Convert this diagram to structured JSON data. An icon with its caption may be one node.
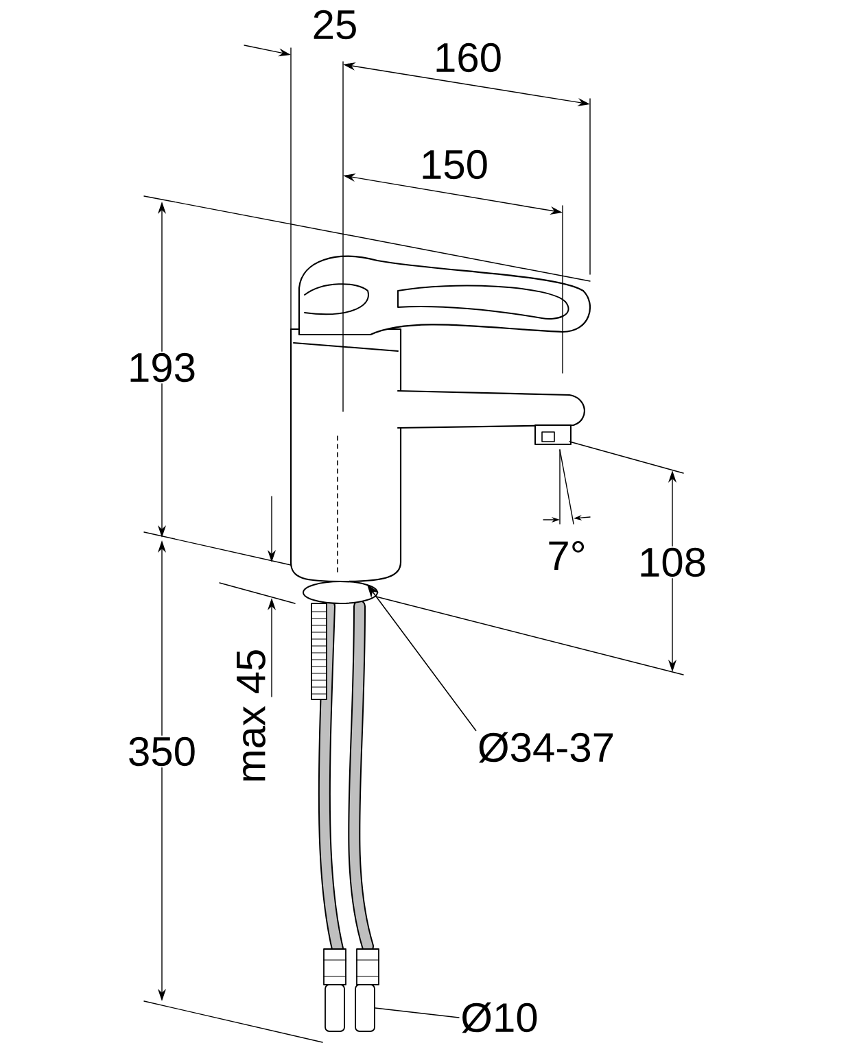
{
  "diagram": {
    "nodes": [
      {
        "text": [
          "Ø34-37"
        ]
      },
      {
        "text": [],
        "shape": "ellipse"
      },
      {
        "text": [
          "Ø10"
        ]
      },
      {
        "text": [],
        "shape": "box"
      }
    ],
    "edges": [
      {
        "from": 0,
        "to": 1,
        "arrow": "to"
      },
      {
        "from": 2,
        "to": 3,
        "arrow": "none"
      }
    ],
    "labels": [
      "25",
      "160",
      "150",
      "193",
      "7°",
      "108",
      "max 45",
      "350"
    ]
  }
}
